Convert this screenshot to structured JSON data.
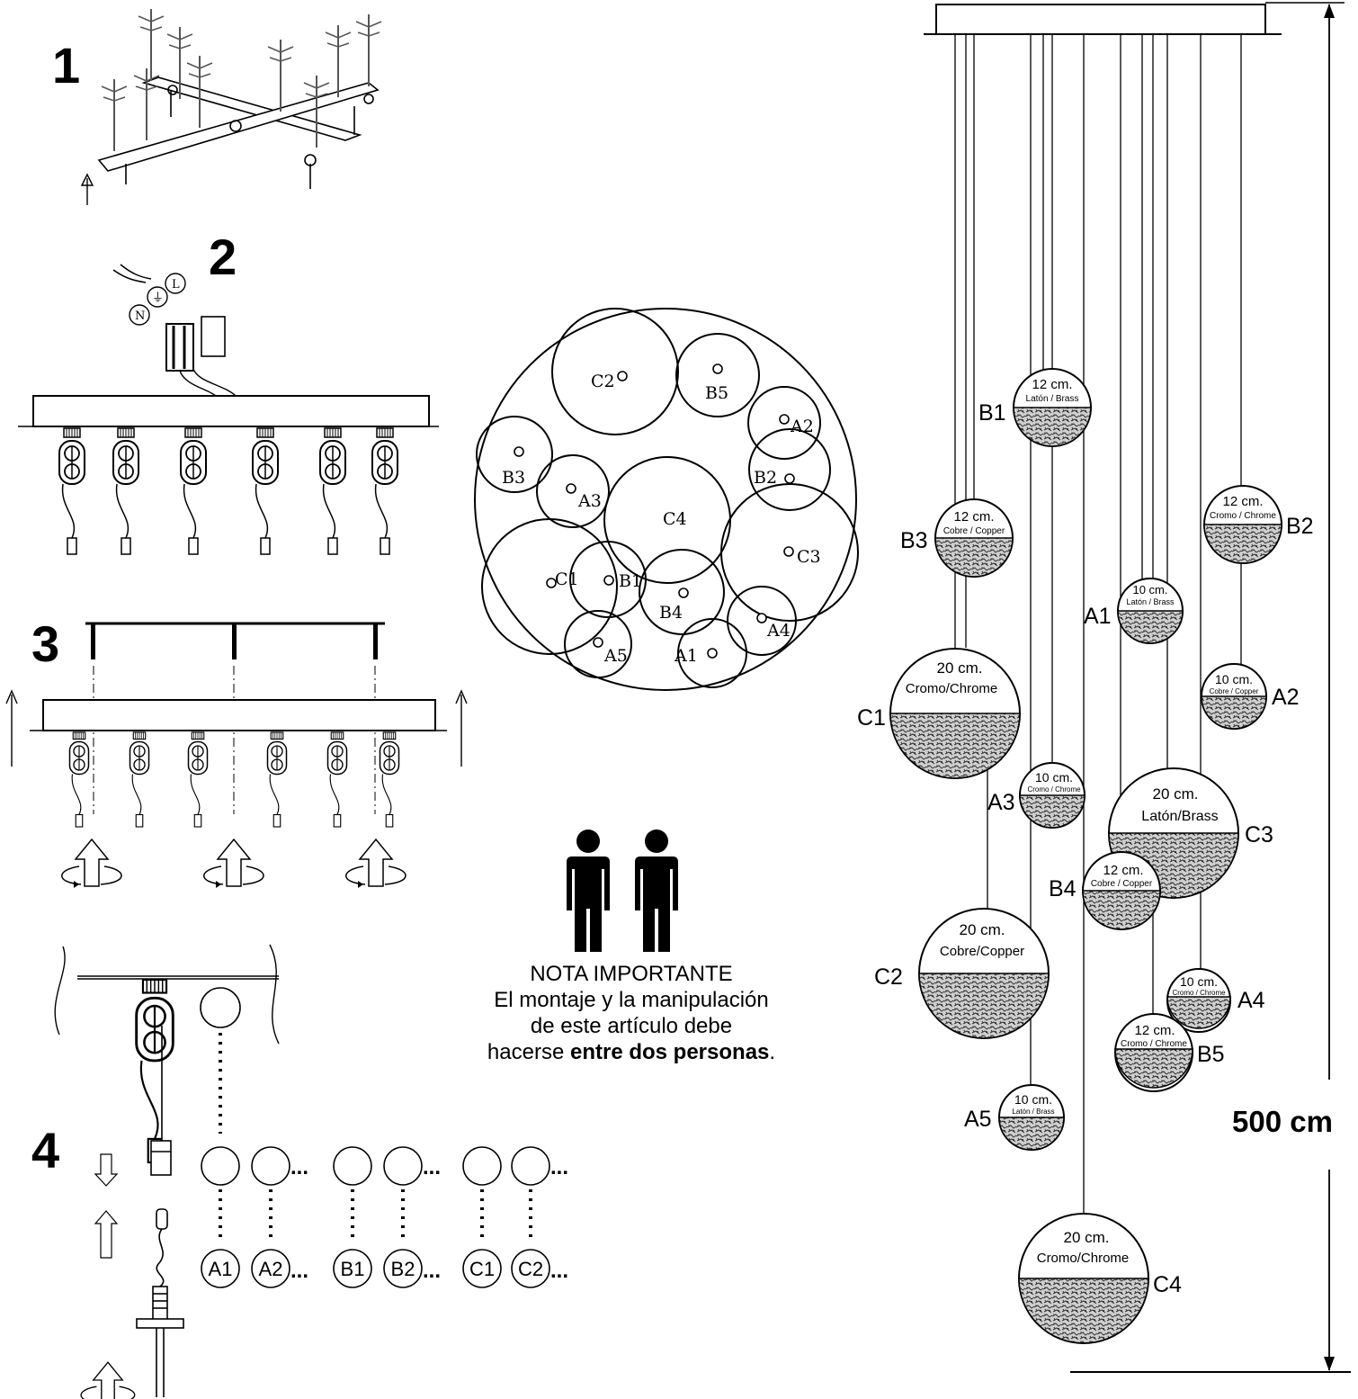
{
  "steps": [
    "1",
    "2",
    "3",
    "4"
  ],
  "wiring_terminals": [
    "N",
    "⏚",
    "L"
  ],
  "sequence": {
    "labels": [
      "A1",
      "A2",
      "B1",
      "B2",
      "C1",
      "C2"
    ],
    "ellipsis": "..."
  },
  "top_view": {
    "labels": [
      "C2",
      "B5",
      "A2",
      "B3",
      "A3",
      "B2",
      "C4",
      "C3",
      "C1",
      "B1",
      "B4",
      "A4",
      "A5",
      "A1"
    ]
  },
  "note": {
    "heading": "NOTA IMPORTANTE",
    "line1": "El montaje y la manipulación",
    "line2": "de este artículo debe",
    "line3_prefix": "hacerse ",
    "line3_bold": "entre dos personas",
    "line3_suffix": "."
  },
  "elevation": {
    "height_label": "500 cm",
    "pendants": [
      {
        "id": "B1",
        "size": "12 cm.",
        "finish": "Latón / Brass"
      },
      {
        "id": "B3",
        "size": "12 cm.",
        "finish": "Cobre / Copper"
      },
      {
        "id": "B2",
        "size": "12 cm.",
        "finish": "Cromo / Chrome"
      },
      {
        "id": "A1",
        "size": "10 cm.",
        "finish": "Latón / Brass"
      },
      {
        "id": "C1",
        "size": "20 cm.",
        "finish": "Cromo/Chrome"
      },
      {
        "id": "A2",
        "size": "10 cm.",
        "finish": "Cobre / Copper"
      },
      {
        "id": "A3",
        "size": "10 cm.",
        "finish": "Cromo / Chrome"
      },
      {
        "id": "C3",
        "size": "20 cm.",
        "finish": "Latón/Brass"
      },
      {
        "id": "B4",
        "size": "12 cm.",
        "finish": "Cobre / Copper"
      },
      {
        "id": "C2",
        "size": "20 cm.",
        "finish": "Cobre/Copper"
      },
      {
        "id": "A4",
        "size": "10 cm.",
        "finish": "Cromo / Chrome"
      },
      {
        "id": "B5",
        "size": "12 cm.",
        "finish": "Cromo / Chrome"
      },
      {
        "id": "A5",
        "size": "10 cm.",
        "finish": "Latón / Brass"
      },
      {
        "id": "C4",
        "size": "20 cm.",
        "finish": "Cromo/Chrome"
      }
    ]
  }
}
